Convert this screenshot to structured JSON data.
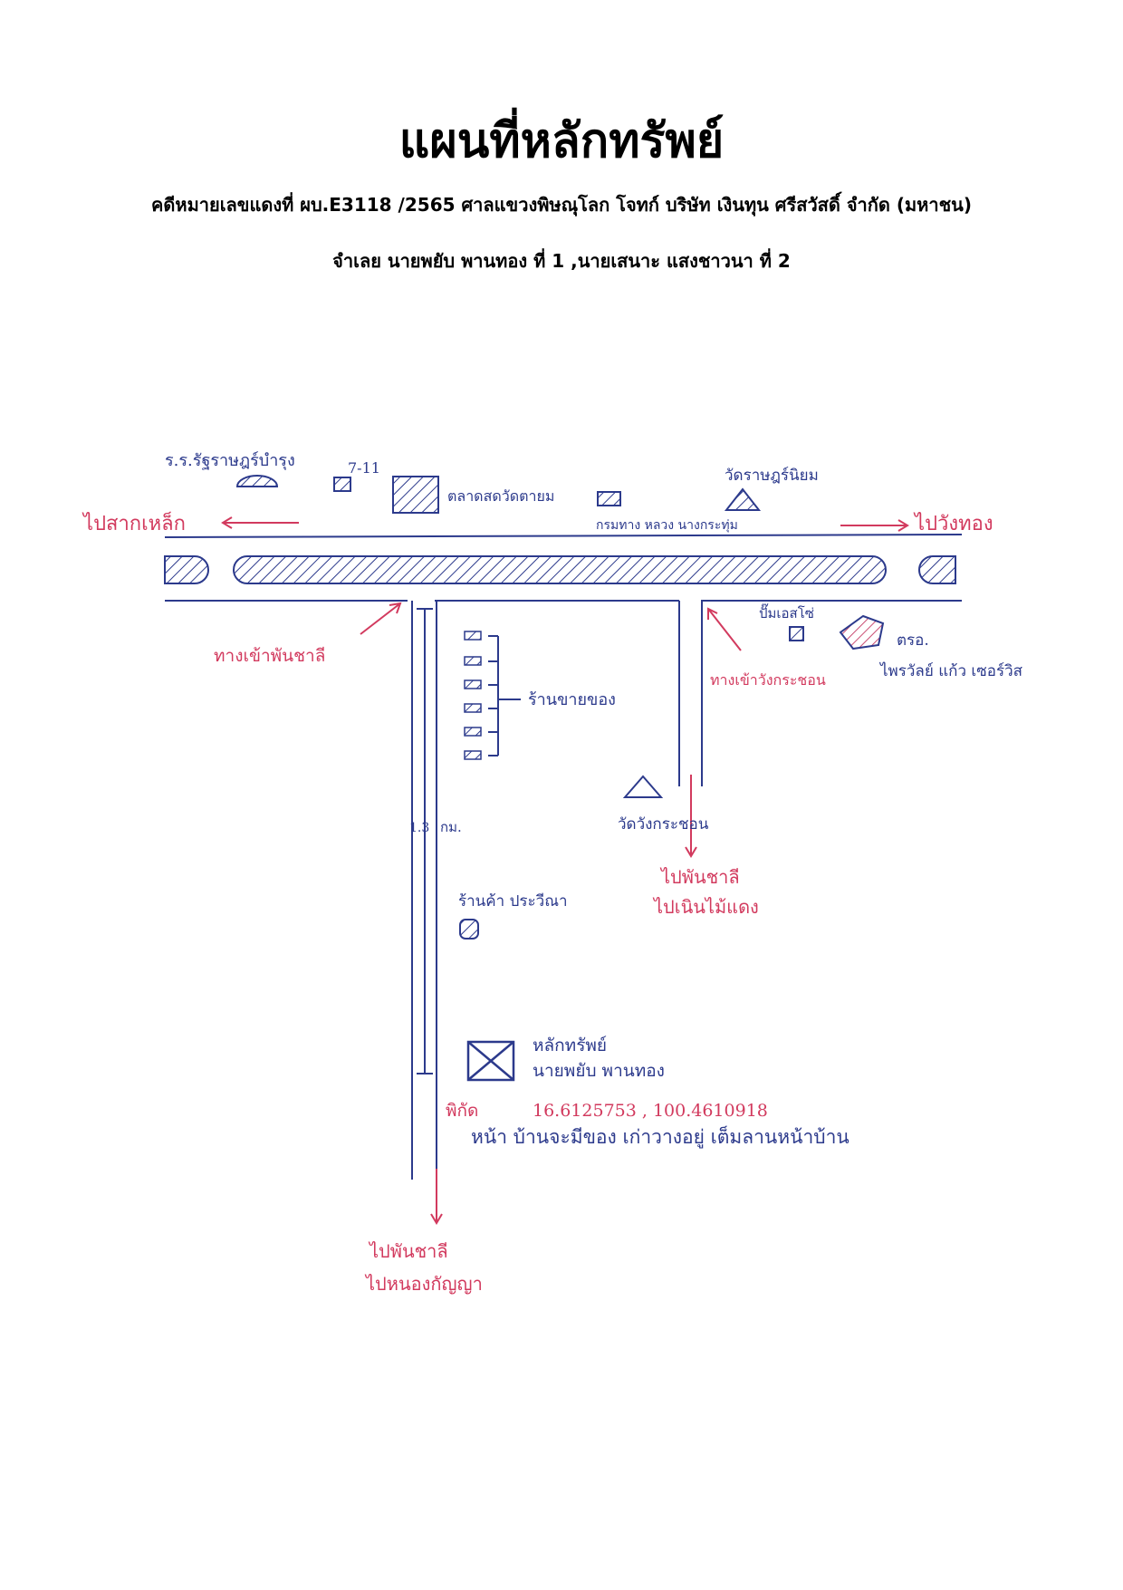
{
  "header": {
    "title": "แผนที่หลักทรัพย์",
    "case_line": "คดีหมายเลขแดงที่ ผบ.E3118 /2565  ศาลแขวงพิษณุโลก  โจทก์ บริษัท เงินทุน ศรีสวัสดิ์ จำกัด (มหาชน)",
    "defendant_line": "จำเลย นายพยับ พานทอง ที่ 1 ,นายเสนาะ แสงชาวนา ที่ 2"
  },
  "map": {
    "colors": {
      "ink_blue": "#2c3a8c",
      "ink_red": "#d23a5e"
    },
    "labels": {
      "hospital": "ร.ร.รัฐราษฎร์บำรุง",
      "seven_eleven": "7-11",
      "market": "ตลาดสดวัดตายม",
      "highways_dept": "กรมทาง หลวง นางกระทุ่ม",
      "temple_top": "วัดราษฎร์นิยม",
      "to_west": "ไปสากเหล็ก",
      "to_east": "ไปวังทอง",
      "entrance_left": "ทางเข้าพันชาลี",
      "entrance_right": "ทางเข้าวังกระชอน",
      "gas_station": "ปั๊มเอสโซ่",
      "police": "ตรอ.",
      "service_shop": "ไพรวัลย์ แก้ว เซอร์วิส",
      "shops": "ร้านขายของ",
      "temple_bottom": "วัดวังกระชอน",
      "distance": "1.3",
      "distance_unit": "กม.",
      "to_south_right_1": "ไปพันชาลี",
      "to_south_right_2": "ไปเนินไม้แดง",
      "shop_pravina": "ร้านค้า ประวีณา",
      "property_1": "หลักทรัพย์",
      "property_2": "นายพยับ พานทอง",
      "coord_label": "พิกัด",
      "coords": "16.6125753 , 100.4610918",
      "note": "หน้า บ้านจะมีของ เก่าวางอยู่ เต็มลานหน้าบ้าน",
      "to_south_left_1": "ไปพันชาลี",
      "to_south_left_2": "ไปหนองกัญญา"
    }
  }
}
